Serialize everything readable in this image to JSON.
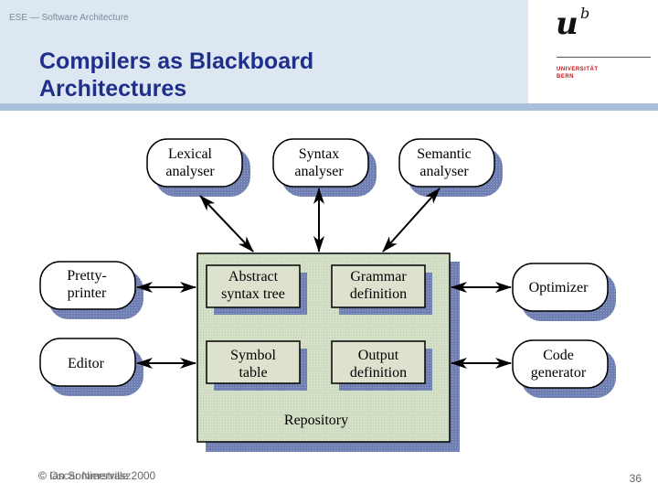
{
  "header": {
    "course": "ESE — Software Architecture",
    "title_line1": "Compilers as Blackboard",
    "title_line2": "Architectures"
  },
  "logo": {
    "u": "u",
    "b": "b",
    "line1": "UNIVERSITÄT",
    "line2": "BERN"
  },
  "diagram": {
    "tools": {
      "lexical": [
        "Lexical",
        "analyser"
      ],
      "syntax": [
        "Syntax",
        "analyser"
      ],
      "semantic": [
        "Semantic",
        "analyser"
      ],
      "pretty": [
        "Pretty-",
        "printer"
      ],
      "editor": [
        "Editor"
      ],
      "optimizer": [
        "Optimizer"
      ],
      "codegen": [
        "Code",
        "generator"
      ]
    },
    "repository": {
      "label": "Repository",
      "ast": [
        "Abstract",
        "syntax tree"
      ],
      "grammar": [
        "Grammar",
        "definition"
      ],
      "symbol": [
        "Symbol",
        "table"
      ],
      "output": [
        "Output",
        "definition"
      ]
    }
  },
  "footer": {
    "left_a": "© Ian Sommerville 2000",
    "left_b": "© Oscar Nierstrasz",
    "page": "36"
  },
  "colors": {
    "header_bg": "#dde7f2",
    "header_bar": "#a9c0dc",
    "title": "#1f2f8a",
    "repository_fill": "#d4dfc7",
    "shadow": "#6f7fb2"
  }
}
